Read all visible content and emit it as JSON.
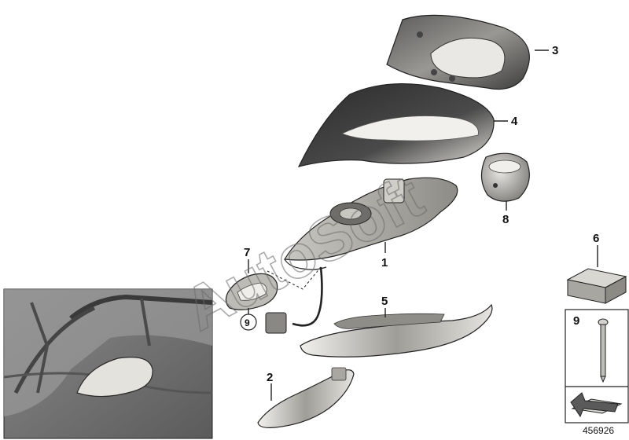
{
  "watermark": "AutoSoft",
  "callouts": {
    "p1": "1",
    "p2": "2",
    "p3": "3",
    "p4": "4",
    "p5": "5",
    "p6": "6",
    "p7": "7",
    "p8": "8",
    "p9": "9",
    "p9_circled": "9"
  },
  "diagram_id": "456926",
  "colors": {
    "part_dark": "#3a3a3a",
    "part_mid": "#8c8a86",
    "part_light": "#d8d6d0",
    "outline": "#222222",
    "photo_bg": "#7d7d7d"
  }
}
